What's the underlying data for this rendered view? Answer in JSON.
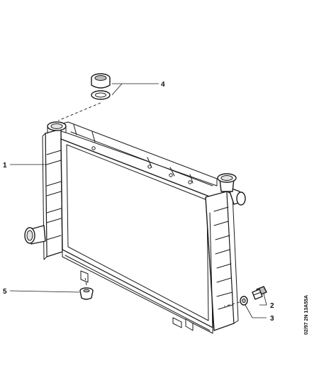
{
  "callouts": {
    "c1": "1",
    "c2": "2",
    "c3": "3",
    "c4": "4",
    "c5": "5"
  },
  "reference_code": "02/97 2N 13A55A",
  "icons": {
    "radiator": "radiator-icon",
    "filler_cap": "filler-cap-icon",
    "drain_plug": "drain-plug-icon",
    "washer": "washer-icon",
    "mount_grommet": "rubber-mount-icon"
  }
}
